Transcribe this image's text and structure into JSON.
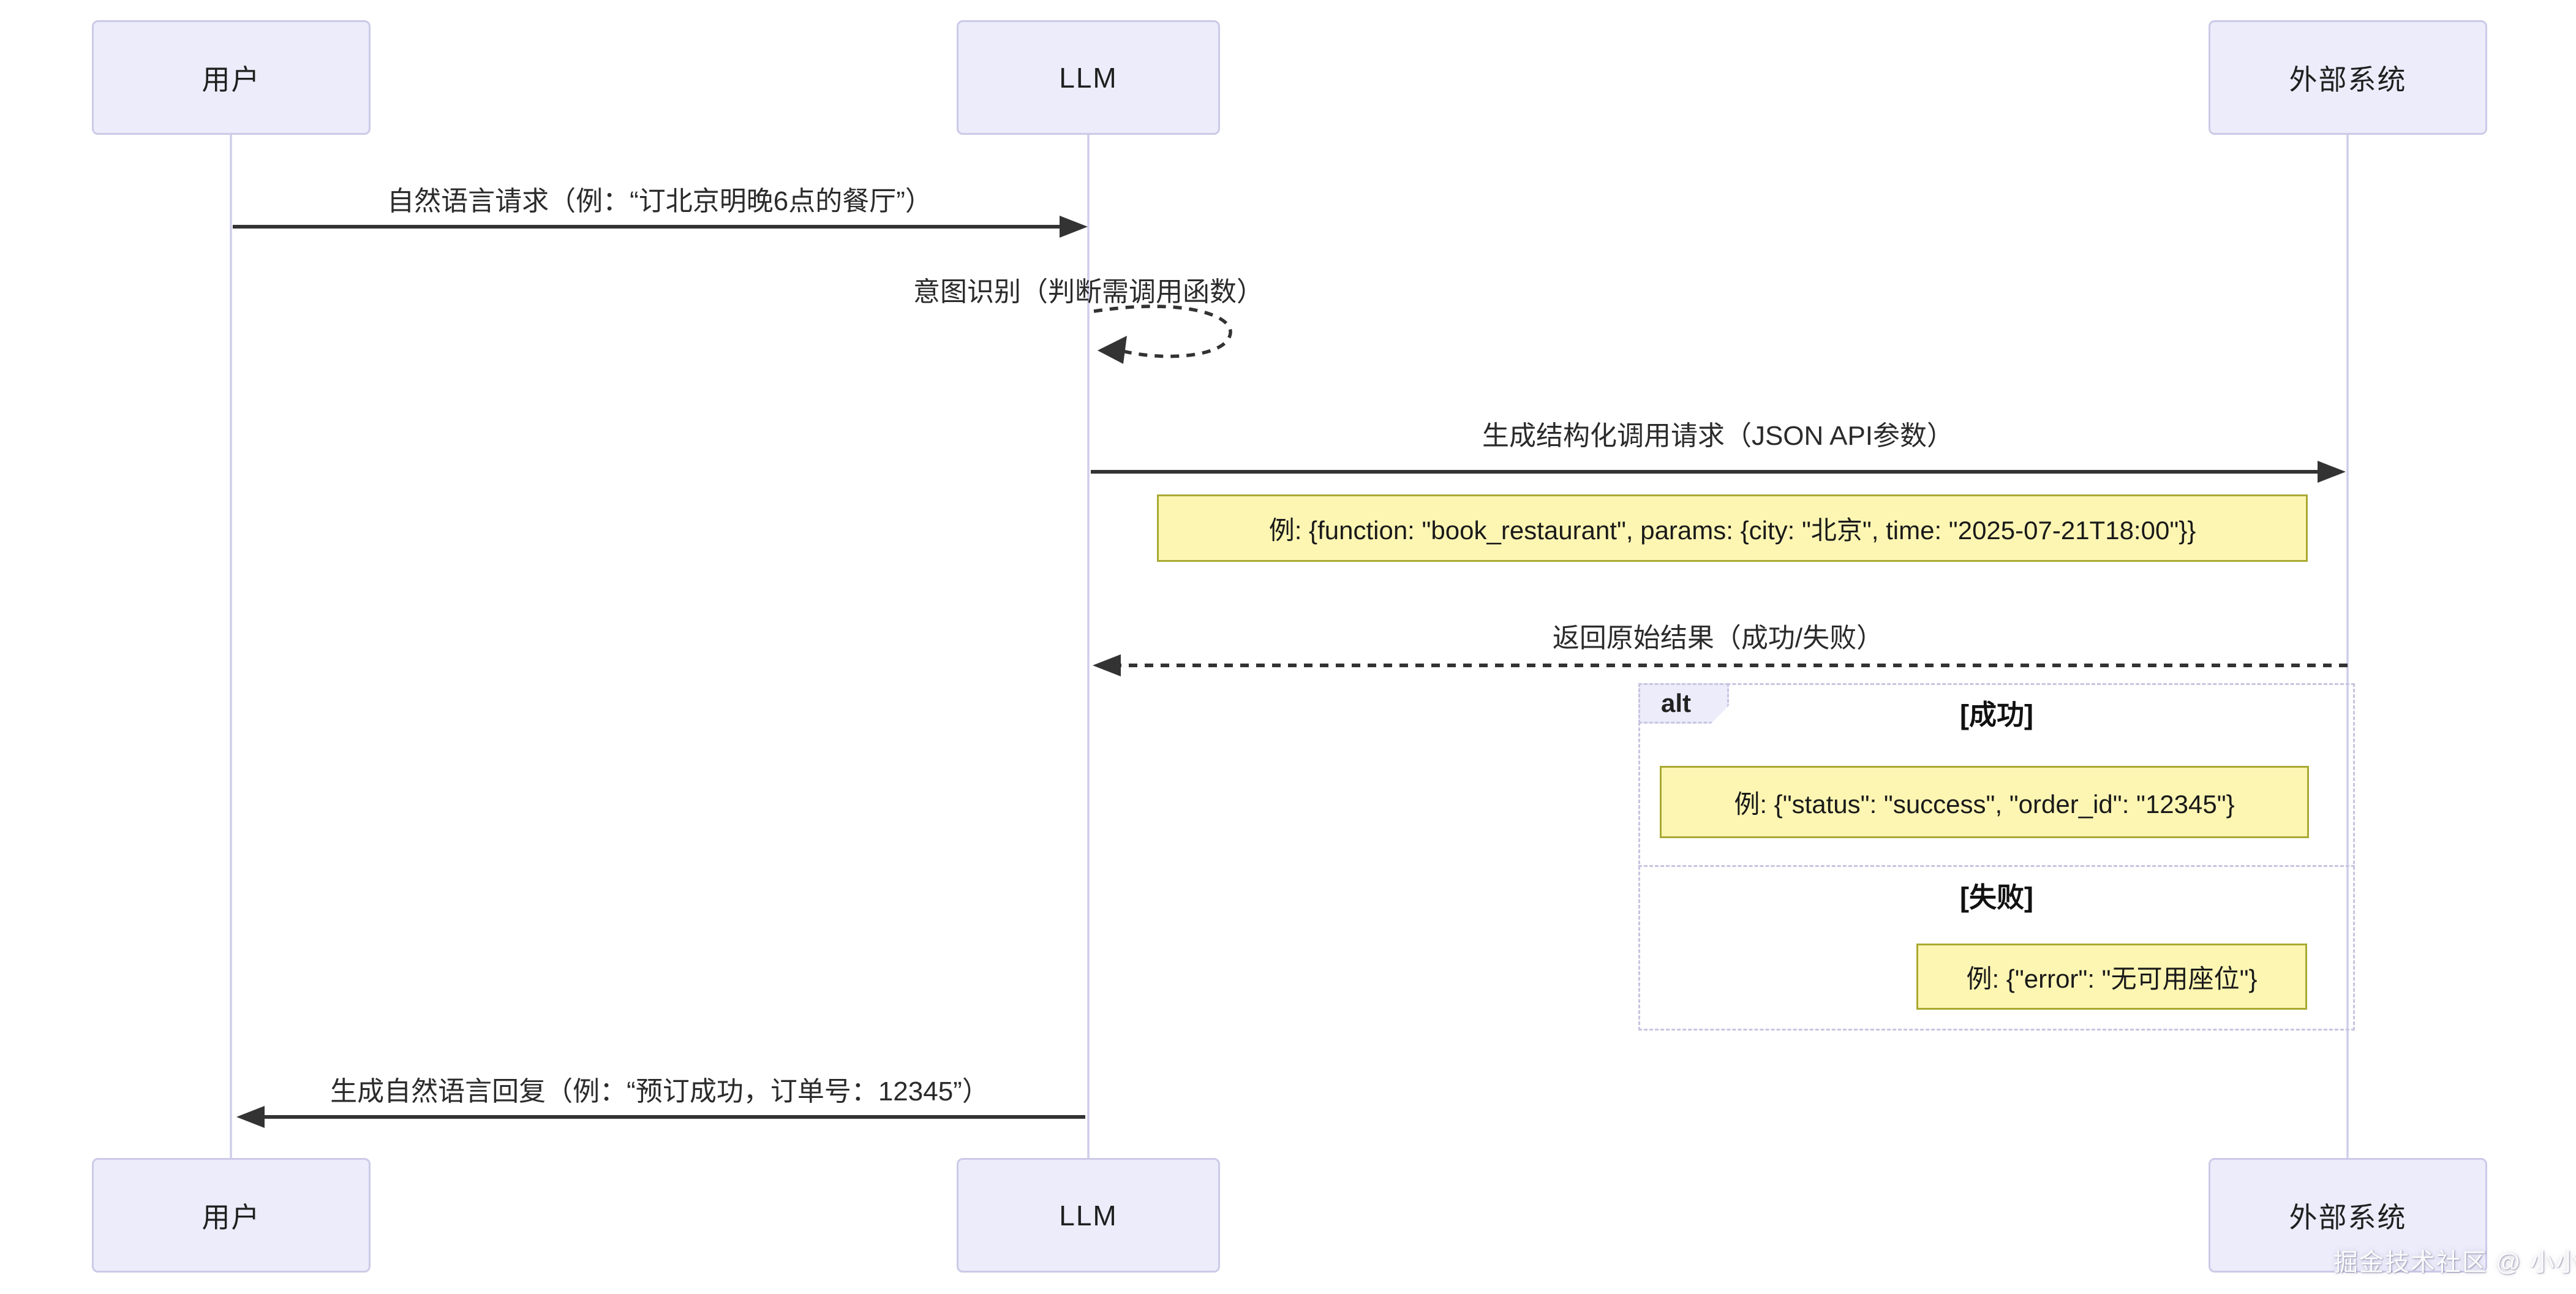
{
  "diagram": {
    "actors": [
      {
        "name": "用户"
      },
      {
        "name": "LLM"
      },
      {
        "name": "外部系统"
      }
    ],
    "messages": [
      {
        "text": "自然语言请求（例：“订北京明晚6点的餐厅”）",
        "from": "用户",
        "to": "LLM",
        "style": "solid"
      },
      {
        "text": "意图识别（判断需调用函数）",
        "from": "LLM",
        "to": "LLM",
        "style": "dashed-self"
      },
      {
        "text": "生成结构化调用请求（JSON API参数）",
        "from": "LLM",
        "to": "外部系统",
        "style": "solid"
      },
      {
        "text": "返回原始结果（成功/失败）",
        "from": "外部系统",
        "to": "LLM",
        "style": "dashed"
      },
      {
        "text": "生成自然语言回复（例：“预订成功，订单号：12345”）",
        "from": "LLM",
        "to": "用户",
        "style": "solid"
      }
    ],
    "notes": [
      {
        "text": "例: {function: \"book_restaurant\", params: {city: \"北京\", time: \"2025-07-21T18:00\"}}"
      },
      {
        "text": "例: {\"status\": \"success\", \"order_id\": \"12345\"}"
      },
      {
        "text": "例: {\"error\": \"无可用座位\"}"
      }
    ],
    "alt": {
      "label": "alt",
      "conditions": [
        "[成功]",
        "[失败]"
      ]
    },
    "watermark": {
      "text": "掘金技术社区 @ 小小小小小鹿"
    },
    "colors": {
      "actor_fill": "#ececfb",
      "actor_border": "#cccae8",
      "note_fill": "#fdf6b3",
      "note_border": "#a9a933",
      "line": "#333333",
      "lifeline": "#cfcdea",
      "frame_border": "#c7c5e0",
      "text": "#1f1f1f"
    }
  }
}
